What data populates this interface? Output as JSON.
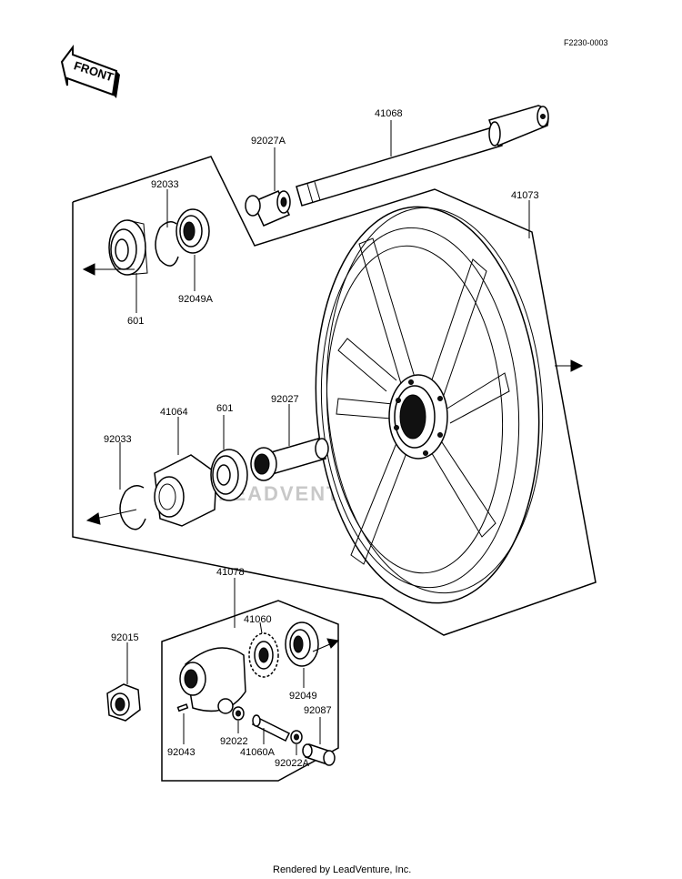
{
  "ref_code": "F2230-0003",
  "front_label": "FRONT",
  "watermark": "LEADVENTURE",
  "footer": "Rendered by LeadVenture, Inc.",
  "parts": {
    "axle": "41068",
    "collar_left": "92027A",
    "wheel": "41073",
    "circlip_upper": "92033",
    "bearing_upper": "601",
    "oil_seal_upper": "92049A",
    "circlip_lower": "92033",
    "gear_cover": "41064",
    "bearing_lower": "601",
    "collar_center": "92027",
    "speedo_gear_assy": "41078",
    "axle_nut": "92015",
    "gear": "41060",
    "oil_seal_lower": "92049",
    "bushing": "92087",
    "pin": "92043",
    "washer": "92022",
    "pinion": "41060A",
    "washer_a": "92022A"
  }
}
